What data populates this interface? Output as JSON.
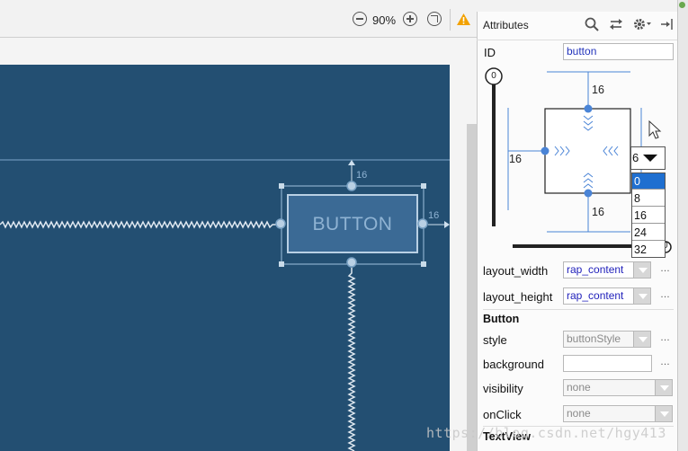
{
  "toolbar": {
    "zoom_level": "90%"
  },
  "canvas": {
    "button_text": "BUTTON",
    "margin_top": "16",
    "margin_right": "16"
  },
  "panel": {
    "title": "Attributes",
    "id_label": "ID",
    "id_value": "button",
    "constraint": {
      "top": "16",
      "left": "16",
      "bottom": "16",
      "bias_top": "0",
      "bias_right": "0"
    },
    "margin_dropdown": {
      "value": "6",
      "options": [
        "0",
        "8",
        "16",
        "24",
        "32"
      ]
    },
    "layout_width_label": "layout_width",
    "layout_width_value": "rap_content",
    "layout_height_label": "layout_height",
    "layout_height_value": "rap_content",
    "section_button": "Button",
    "style_label": "style",
    "style_value": "buttonStyle",
    "background_label": "background",
    "background_value": "",
    "visibility_label": "visibility",
    "visibility_value": "none",
    "onclick_label": "onClick",
    "onclick_value": "none",
    "section_textview": "TextView",
    "ellipsis": "…"
  },
  "colors": {
    "blueprint": "#234f72",
    "accent": "#4a84d6",
    "selected": "#1f6fd0"
  },
  "watermark": "https://blog.csdn.net/hgy413"
}
